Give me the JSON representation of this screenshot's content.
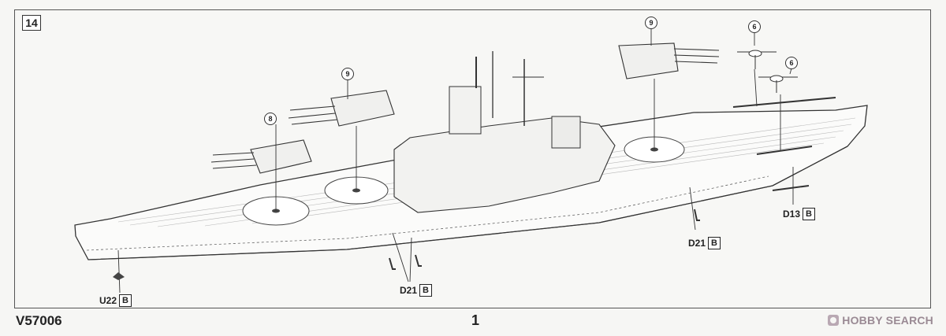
{
  "step": "14",
  "footer": {
    "code": "V57006",
    "page": "1",
    "watermark": "HOBBY SEARCH"
  },
  "callouts": [
    {
      "id": "num-8",
      "text": "8"
    },
    {
      "id": "num-9a",
      "text": "9"
    },
    {
      "id": "num-9b",
      "text": "9"
    },
    {
      "id": "num-6a",
      "text": "6"
    },
    {
      "id": "num-6b",
      "text": "6"
    }
  ],
  "part_labels": [
    {
      "part": "U22",
      "sprue": "B"
    },
    {
      "part": "D21",
      "sprue": "B"
    },
    {
      "part": "D21",
      "sprue": "B"
    },
    {
      "part": "D13",
      "sprue": "B"
    }
  ]
}
